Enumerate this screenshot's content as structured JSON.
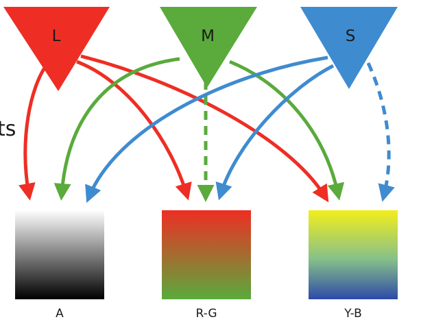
{
  "cones": [
    {
      "id": "L",
      "label": "L",
      "color": "#ee2e24"
    },
    {
      "id": "M",
      "label": "M",
      "color": "#5aaa3c"
    },
    {
      "id": "S",
      "label": "S",
      "color": "#3f8bd0"
    }
  ],
  "channels": [
    {
      "id": "A",
      "label": "A",
      "gradient": [
        "#ffffff",
        "#000000"
      ]
    },
    {
      "id": "RG",
      "label": "R-G",
      "gradient": [
        "#ee2e24",
        "#5aaa3c"
      ]
    },
    {
      "id": "YB",
      "label": "Y-B",
      "gradient": [
        "#f3ee1c",
        "#2e4aa8"
      ]
    }
  ],
  "connections": [
    {
      "from": "L",
      "to": "A",
      "style": "solid"
    },
    {
      "from": "L",
      "to": "RG",
      "style": "solid"
    },
    {
      "from": "L",
      "to": "YB",
      "style": "solid"
    },
    {
      "from": "M",
      "to": "A",
      "style": "solid"
    },
    {
      "from": "M",
      "to": "RG",
      "style": "dashed"
    },
    {
      "from": "M",
      "to": "YB",
      "style": "solid"
    },
    {
      "from": "S",
      "to": "A",
      "style": "solid"
    },
    {
      "from": "S",
      "to": "RG",
      "style": "solid"
    },
    {
      "from": "S",
      "to": "YB",
      "style": "dashed"
    }
  ],
  "partial_text": "ts"
}
